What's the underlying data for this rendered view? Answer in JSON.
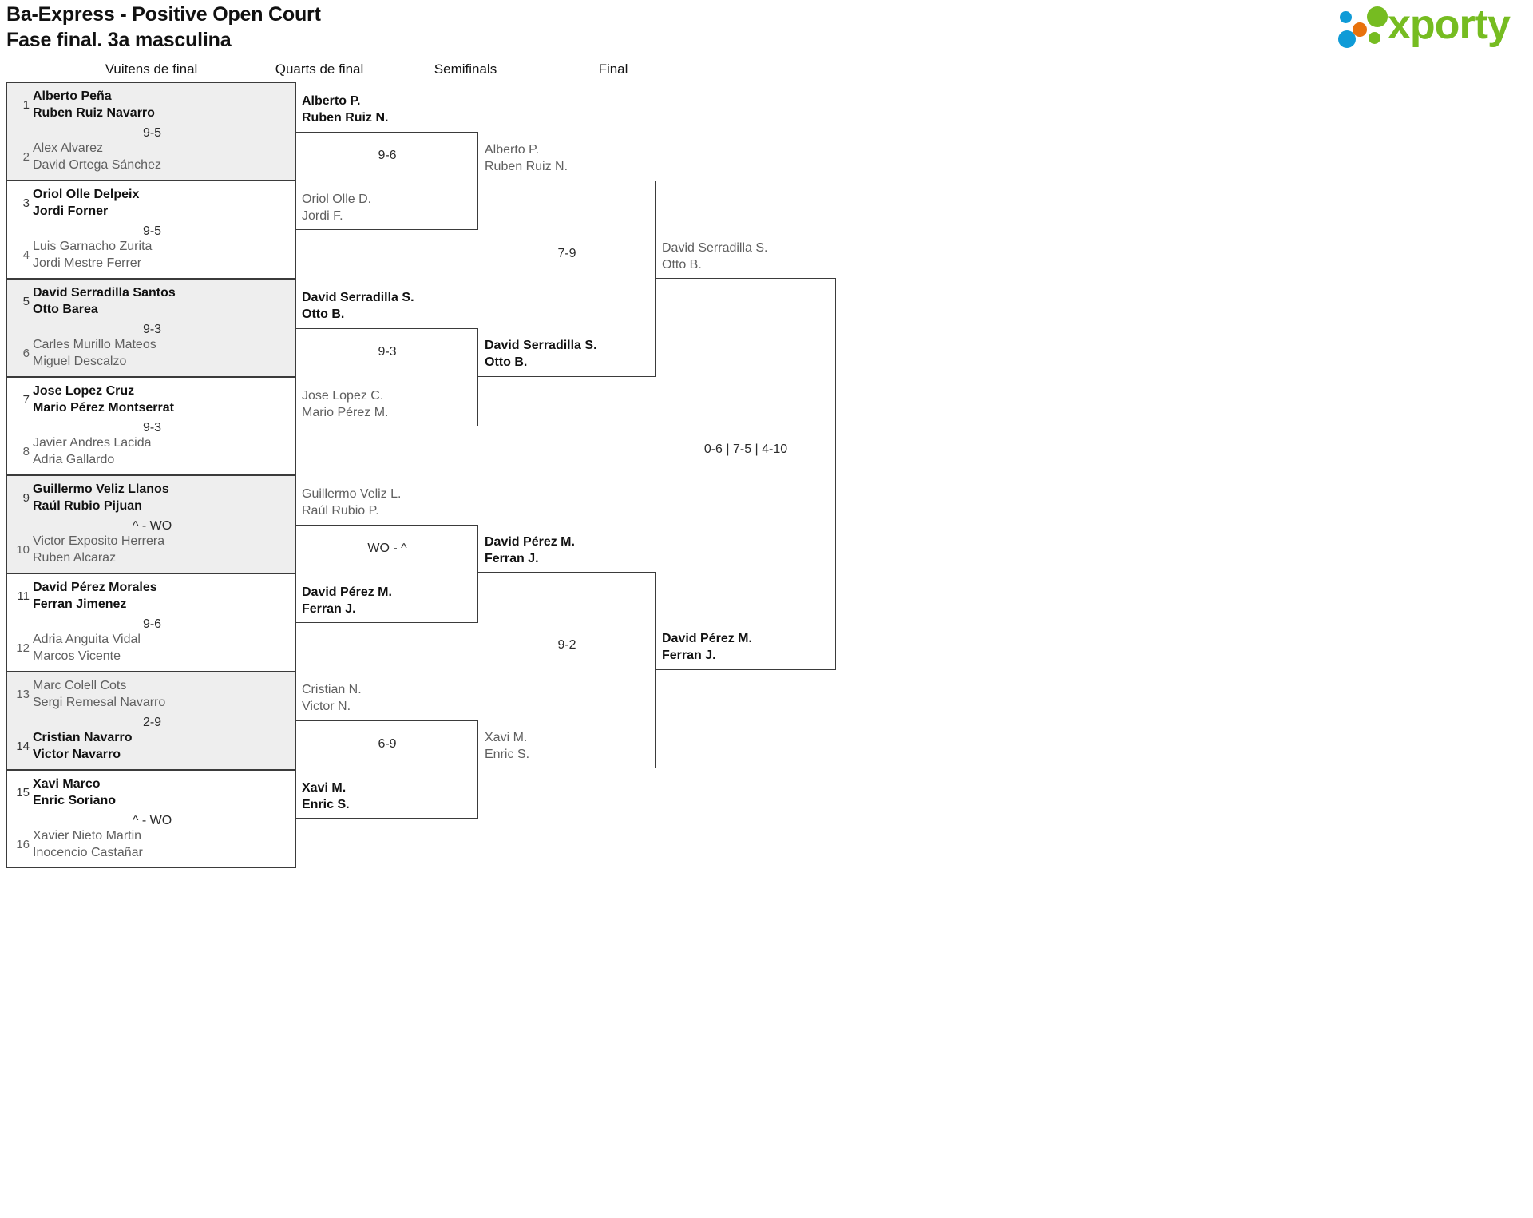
{
  "header": {
    "title_line1": "Ba-Express - Positive Open Court",
    "title_line2": "Fase final. 3a masculina"
  },
  "logo": {
    "wordmark": "xporty",
    "dot_blue": "#0f9bd7",
    "dot_orange": "#e8720c",
    "dot_green": "#76bc21",
    "text_color": "#76bc21"
  },
  "rounds": [
    {
      "label": "Vuitens de final"
    },
    {
      "label": "Quarts de final"
    },
    {
      "label": "Semifinals"
    },
    {
      "label": "Final"
    }
  ],
  "round1": [
    {
      "score": "9-5",
      "shaded": true,
      "top": {
        "seed": "1",
        "p1": "Alberto Peña",
        "p2": "Ruben Ruiz Navarro",
        "winner": true
      },
      "bottom": {
        "seed": "2",
        "p1": "Alex Alvarez",
        "p2": "David Ortega Sánchez",
        "winner": false
      }
    },
    {
      "score": "9-5",
      "shaded": false,
      "top": {
        "seed": "3",
        "p1": "Oriol Olle Delpeix",
        "p2": "Jordi Forner",
        "winner": true
      },
      "bottom": {
        "seed": "4",
        "p1": "Luis Garnacho Zurita",
        "p2": "Jordi Mestre Ferrer",
        "winner": false
      }
    },
    {
      "score": "9-3",
      "shaded": true,
      "top": {
        "seed": "5",
        "p1": "David Serradilla Santos",
        "p2": "Otto Barea",
        "winner": true
      },
      "bottom": {
        "seed": "6",
        "p1": "Carles Murillo Mateos",
        "p2": "Miguel Descalzo",
        "winner": false
      }
    },
    {
      "score": "9-3",
      "shaded": false,
      "top": {
        "seed": "7",
        "p1": "Jose Lopez Cruz",
        "p2": "Mario Pérez Montserrat",
        "winner": true
      },
      "bottom": {
        "seed": "8",
        "p1": "Javier Andres Lacida",
        "p2": "Adria Gallardo",
        "winner": false
      }
    },
    {
      "score": "^ - WO",
      "shaded": true,
      "top": {
        "seed": "9",
        "p1": "Guillermo Veliz Llanos",
        "p2": "Raúl Rubio Pijuan",
        "winner": true
      },
      "bottom": {
        "seed": "10",
        "p1": "Victor Exposito Herrera",
        "p2": "Ruben Alcaraz",
        "winner": false
      }
    },
    {
      "score": "9-6",
      "shaded": false,
      "top": {
        "seed": "11",
        "p1": "David Pérez Morales",
        "p2": "Ferran Jimenez",
        "winner": true
      },
      "bottom": {
        "seed": "12",
        "p1": "Adria Anguita Vidal",
        "p2": "Marcos Vicente",
        "winner": false
      }
    },
    {
      "score": "2-9",
      "shaded": true,
      "top": {
        "seed": "13",
        "p1": "Marc Colell Cots",
        "p2": "Sergi Remesal Navarro",
        "winner": false
      },
      "bottom": {
        "seed": "14",
        "p1": "Cristian Navarro",
        "p2": "Victor Navarro",
        "winner": true
      }
    },
    {
      "score": "^ - WO",
      "shaded": false,
      "top": {
        "seed": "15",
        "p1": "Xavi Marco",
        "p2": "Enric Soriano",
        "winner": true
      },
      "bottom": {
        "seed": "16",
        "p1": "Xavier Nieto Martin",
        "p2": "Inocencio Castañar",
        "winner": false
      }
    }
  ],
  "round2": [
    {
      "score": "9-6",
      "top": {
        "p1": "Alberto P.",
        "p2": "Ruben Ruiz N.",
        "winner": true
      },
      "bottom": {
        "p1": "Oriol Olle D.",
        "p2": "Jordi F.",
        "winner": false
      }
    },
    {
      "score": "9-3",
      "top": {
        "p1": "David Serradilla S.",
        "p2": "Otto B.",
        "winner": true
      },
      "bottom": {
        "p1": "Jose Lopez C.",
        "p2": "Mario Pérez M.",
        "winner": false
      }
    },
    {
      "score": "WO - ^",
      "top": {
        "p1": "Guillermo Veliz L.",
        "p2": "Raúl Rubio P.",
        "winner": false
      },
      "bottom": {
        "p1": "David Pérez M.",
        "p2": "Ferran J.",
        "winner": true
      }
    },
    {
      "score": "6-9",
      "top": {
        "p1": "Cristian N.",
        "p2": "Victor N.",
        "winner": false
      },
      "bottom": {
        "p1": "Xavi M.",
        "p2": "Enric S.",
        "winner": true
      }
    }
  ],
  "round3": [
    {
      "score": "7-9",
      "top": {
        "p1": "Alberto P.",
        "p2": "Ruben Ruiz N.",
        "winner": false
      },
      "bottom": {
        "p1": "David Serradilla S.",
        "p2": "Otto B.",
        "winner": true
      }
    },
    {
      "score": "9-2",
      "top": {
        "p1": "David Pérez M.",
        "p2": "Ferran J.",
        "winner": true
      },
      "bottom": {
        "p1": "Xavi M.",
        "p2": "Enric S.",
        "winner": false
      }
    }
  ],
  "round4": [
    {
      "score": "0-6 | 7-5 | 4-10",
      "top": {
        "p1": "David Serradilla S.",
        "p2": "Otto B.",
        "winner": false
      },
      "bottom": {
        "p1": "David Pérez M.",
        "p2": "Ferran J.",
        "winner": true
      }
    }
  ]
}
